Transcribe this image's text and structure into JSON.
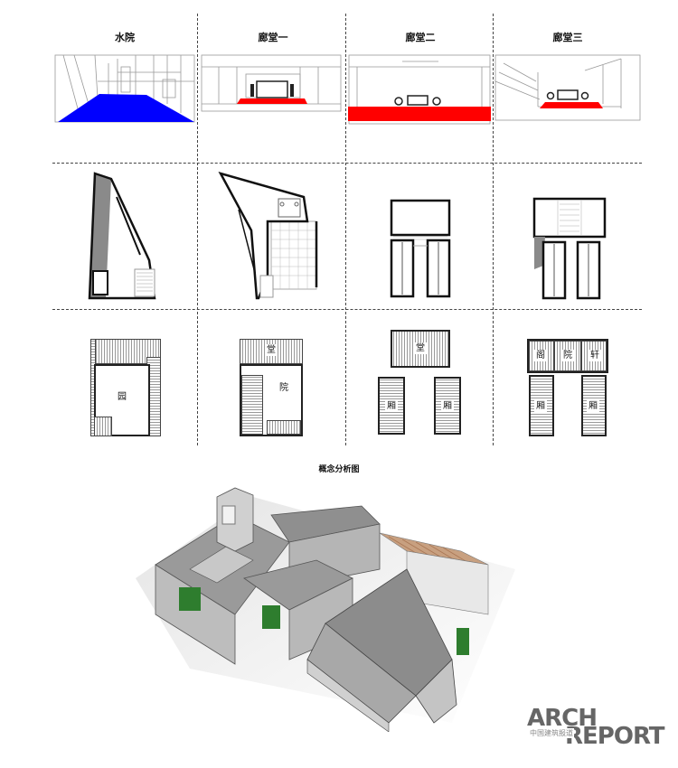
{
  "headers": [
    "水院",
    "廊堂一",
    "廊堂二",
    "廊堂三"
  ],
  "row3_labels": {
    "c1": [
      "园"
    ],
    "c2": [
      "堂",
      "院"
    ],
    "c3": [
      "堂",
      "厢",
      "厢"
    ],
    "c4": [
      "阁",
      "院",
      "轩",
      "厢",
      "厢"
    ]
  },
  "caption": "概念分析图",
  "logo": {
    "arch": "ARCH",
    "report": "REPORT",
    "cn": "中国建筑报道"
  },
  "colors": {
    "water": "#0000ff",
    "carpet": "#ff0000",
    "wall": "#8a8a8a",
    "grass": "#2e7d2e"
  }
}
